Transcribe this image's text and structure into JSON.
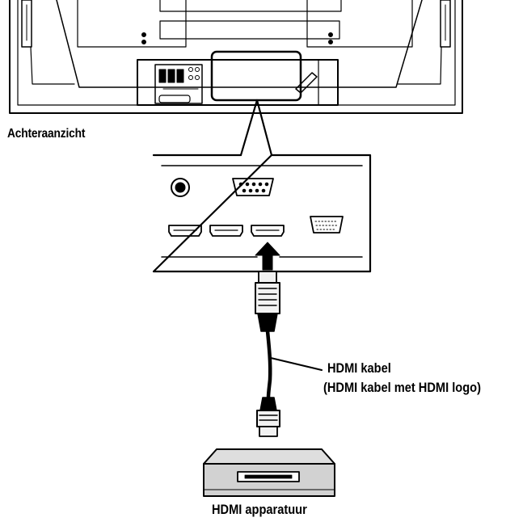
{
  "labels": {
    "rear_view": "Achteraanzicht",
    "cable_title": "HDMI kabel",
    "cable_note": "(HDMI kabel met HDMI logo)",
    "device": "HDMI apparatuur"
  },
  "colors": {
    "line": "#000000",
    "background": "#ffffff",
    "device_fill": "#dedede",
    "connector_fill": "#f2f2f2"
  },
  "icons": [
    "tv-rear-panel",
    "connector-panel",
    "audio-jack-icon",
    "serial-port-icon",
    "hdmi-port-icon",
    "vga-port-icon",
    "insert-arrow-icon",
    "hdmi-plug-icon",
    "hdmi-device-icon"
  ]
}
